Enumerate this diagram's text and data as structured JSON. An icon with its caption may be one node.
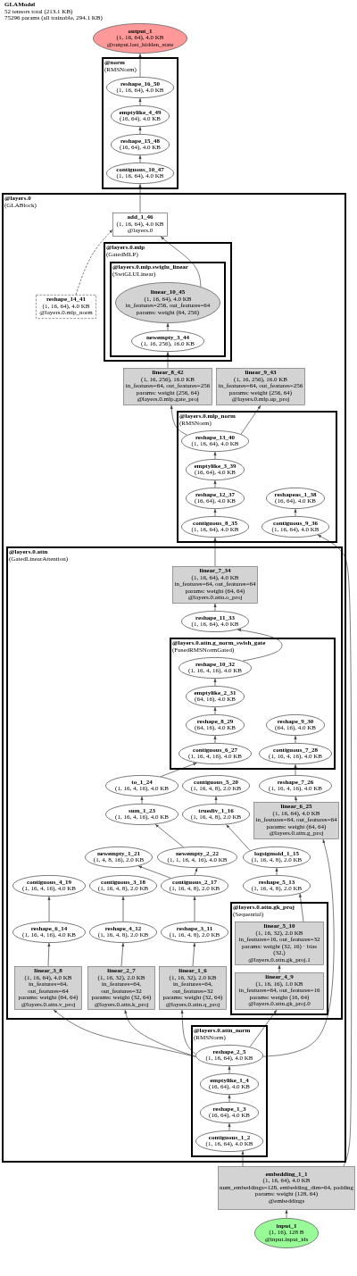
{
  "diagram": {
    "title": "GLAModel",
    "nodes": [
      {
        "text": [
          "output_1",
          "(1, 16, 64), 4.0 KB",
          "@output.last_hidden_state"
        ]
      },
      {
        "text": [
          "@norm",
          "(RMSNorm)"
        ]
      },
      {
        "text": [
          "reshape_16_50",
          "(1, 16, 64), 4.0 KB"
        ],
        "in": 1
      },
      {
        "text": [
          "emptylike_4_49",
          "(16, 64), 4.0 KB"
        ],
        "in": 1
      },
      {
        "text": [
          "reshape_15_48",
          "(16, 64), 4.0 KB"
        ],
        "in": 1
      },
      {
        "text": [
          "contiguous_10_47",
          "(1, 16, 64), 4.0 KB"
        ],
        "in": 1
      },
      {
        "text": [
          "@layers.0",
          "(GLABlock)"
        ]
      },
      {
        "text": [
          "add_1_46",
          "(1, 16, 64), 4.0 KB",
          "@layers.0"
        ],
        "in": 6
      },
      {
        "text": [
          "@layers.0.mlp",
          "(GatedMLP)"
        ],
        "in": 6
      },
      {
        "text": [
          "@layers.0.mlp.swiglu_linear",
          "(SwiGLULinear)"
        ],
        "in": 8
      },
      {
        "text": [
          "linear_10_45",
          "(1, 16, 64), 4.0 KB",
          "in_features=256, out_features=64",
          "params: weight (64, 256)"
        ],
        "in": 9
      },
      {
        "text": [
          "reshape_14_41",
          "(1, 16, 64), 4.0 KB",
          "@layers.0.mlp_norm"
        ],
        "in": 6
      },
      {
        "text": [
          "newempty_3_44",
          "(1, 16, 256), 16.0 KB"
        ],
        "in": 9
      },
      {
        "text": [
          "linear_8_42",
          "(1, 16, 256), 16.0 KB",
          "in_features=64, out_features=256",
          "params: weight (256, 64)",
          "@layers.0.mlp.gate_proj"
        ],
        "in": 6
      },
      {
        "text": [
          "linear_9_43",
          "(1, 16, 256), 16.0 KB",
          "in_features=64, out_features=256",
          "params: weight (256, 64)",
          "@layers.0.mlp.up_proj"
        ],
        "in": 6
      },
      {
        "text": [
          "@layers.0.mlp_norm",
          "(RMSNorm)"
        ],
        "in": 6
      },
      {
        "text": [
          "reshape_13_40",
          "(1, 16, 64), 4.0 KB"
        ],
        "in": 15
      },
      {
        "text": [
          "emptylike_3_39",
          "(16, 64), 4.0 KB"
        ],
        "in": 15
      },
      {
        "text": [
          "reshape_12_37",
          "(16, 64), 4.0 KB"
        ],
        "in": 15
      },
      {
        "text": [
          "reshapeas_1_38",
          "(16, 64), 4.0 KB"
        ],
        "in": 15
      },
      {
        "text": [
          "contiguous_8_35",
          "(1, 16, 64), 4.0 KB"
        ],
        "in": 15
      },
      {
        "text": [
          "contiguous_9_36",
          "(1, 16, 64), 4.0 KB"
        ],
        "in": 15
      },
      {
        "text": [
          "@layers.0.attn",
          "(GatedLinearAttention)"
        ],
        "in": 6
      },
      {
        "text": [
          "linear_7_34",
          "(1, 16, 64), 4.0 KB",
          "in_features=64, out_features=64",
          "params: weight (64, 64)",
          "@layers.0.attn.o_proj"
        ],
        "in": 22
      },
      {
        "text": [
          "reshape_11_33",
          "(1, 16, 64), 4.0 KB"
        ],
        "in": 22
      },
      {
        "text": [
          "@layers.0.attn.g_norm_swish_gate",
          "(FusedRMSNormGated)"
        ],
        "in": 22
      },
      {
        "text": [
          "reshape_10_32",
          "(1, 16, 4, 16), 4.0 KB"
        ],
        "in": 25
      },
      {
        "text": [
          "emptylike_2_31",
          "(64, 16), 4.0 KB"
        ],
        "in": 25
      },
      {
        "text": [
          "reshape_8_29",
          "(64, 16), 4.0 KB"
        ],
        "in": 25
      },
      {
        "text": [
          "reshape_9_30",
          "(64, 16), 4.0 KB"
        ],
        "in": 25
      },
      {
        "text": [
          "contiguous_6_27",
          "(1, 16, 4, 16), 4.0 KB"
        ],
        "in": 25
      },
      {
        "text": [
          "contiguous_7_28",
          "(1, 16, 4, 16), 4.0 KB"
        ],
        "in": 25
      },
      {
        "text": [
          "to_1_24",
          "(1, 16, 4, 16), 4.0 KB"
        ],
        "in": 22
      },
      {
        "text": [
          "contiguous_5_20",
          "(1, 16, 4, 8), 2.0 KB"
        ],
        "in": 22
      },
      {
        "text": [
          "reshape_7_26",
          "(1, 16, 4, 16), 4.0 KB"
        ],
        "in": 22
      },
      {
        "text": [
          "linear_6_25",
          "(1, 16, 64), 4.0 KB",
          "in_features=64, out_features=64",
          "params: weight (64, 64)",
          "@layers.0.attn.g_proj"
        ],
        "in": 22
      },
      {
        "text": [
          "sum_1_23",
          "(1, 16, 4, 16), 4.0 KB"
        ],
        "in": 22
      },
      {
        "text": [
          "truediv_1_16",
          "(1, 16, 4, 8), 2.0 KB"
        ],
        "in": 22
      },
      {
        "text": [
          "newempty_1_21",
          "(1, 4, 8, 16), 2.0 KB"
        ],
        "in": 22
      },
      {
        "text": [
          "newempty_2_22",
          "(1, 1, 16, 4, 16), 4.0 KB"
        ],
        "in": 22
      },
      {
        "text": [
          "logsigmoid_1_15",
          "(1, 16, 4, 8), 2.0 KB"
        ],
        "in": 22
      },
      {
        "text": [
          "contiguous_4_19",
          "(1, 16, 4, 16), 4.0 KB"
        ],
        "in": 22
      },
      {
        "text": [
          "contiguous_3_18",
          "(1, 16, 4, 8), 2.0 KB"
        ],
        "in": 22
      },
      {
        "text": [
          "contiguous_2_17",
          "(1, 16, 4, 8), 2.0 KB"
        ],
        "in": 22
      },
      {
        "text": [
          "reshape_5_13",
          "(1, 16, 4, 8), 2.0 KB"
        ],
        "in": 22
      },
      {
        "text": [
          "@layers.0.attn.gk_proj",
          "(Sequential)"
        ],
        "in": 22
      },
      {
        "text": [
          "linear_5_10",
          "(1, 16, 32), 2.0 KB",
          "in_features=16, out_features=32",
          "params: weight (32, 16) · bias (32,)",
          "@layers.0.attn.gk_proj.1"
        ],
        "in": 45
      },
      {
        "text": [
          "reshape_6_14",
          "(1, 16, 4, 16), 4.0 KB"
        ],
        "in": 22
      },
      {
        "text": [
          "reshape_4_12",
          "(1, 16, 4, 8), 2.0 KB"
        ],
        "in": 22
      },
      {
        "text": [
          "reshape_3_11",
          "(1, 16, 4, 8), 2.0 KB"
        ],
        "in": 22
      },
      {
        "text": [
          "linear_3_8",
          "(1, 16, 64), 4.0 KB",
          "in_features=64, out_features=64",
          "params: weight (64, 64)",
          "@layers.0.attn.v_proj"
        ],
        "in": 22
      },
      {
        "text": [
          "linear_2_7",
          "(1, 16, 32), 2.0 KB",
          "in_features=64, out_features=32",
          "params: weight (32, 64)",
          "@layers.0.attn.k_proj"
        ],
        "in": 22
      },
      {
        "text": [
          "linear_1_6",
          "(1, 16, 32), 2.0 KB",
          "in_features=64, out_features=32",
          "params: weight (32, 64)",
          "@layers.0.attn.q_proj"
        ],
        "in": 22
      },
      {
        "text": [
          "linear_4_9",
          "(1, 16, 16), 1.0 KB",
          "in_features=64, out_features=16",
          "params: weight (16, 64)",
          "@layers.0.attn.gk_proj.0"
        ],
        "in": 45
      },
      {
        "text": [
          "@layers.0.attn_norm",
          "(RMSNorm)"
        ],
        "in": 6
      },
      {
        "text": [
          "reshape_2_5",
          "(1, 16, 64), 4.0 KB"
        ],
        "in": 54
      },
      {
        "text": [
          "emptylike_1_4",
          "(16, 64), 4.0 KB"
        ],
        "in": 54
      },
      {
        "text": [
          "reshape_1_3",
          "(16, 64), 4.0 KB"
        ],
        "in": 54
      },
      {
        "text": [
          "contiguous_1_2",
          "(1, 16, 64), 4.0 KB"
        ],
        "in": 54
      },
      {
        "text": [
          "embedding_1_1",
          "(1, 16, 64), 4.0 KB",
          "num_embeddings=128, embedding_dim=64, padding",
          "params: weight (128, 64)",
          "@embeddings"
        ]
      },
      {
        "text": [
          "input_1",
          "(1, 16), 128 B",
          "@input.input_ids"
        ]
      }
    ],
    "edges": [
      {
        "from": 60,
        "to": 59,
        "arrow": "to"
      },
      {
        "from": 59,
        "to": 58,
        "arrow": "to"
      },
      {
        "from": 59,
        "to": 21,
        "arrow": "to"
      },
      {
        "from": 58,
        "to": 57,
        "arrow": "to"
      },
      {
        "from": 57,
        "to": 56,
        "arrow": "to"
      },
      {
        "from": 56,
        "to": 55,
        "arrow": "to"
      },
      {
        "from": 55,
        "to": 50,
        "arrow": "to"
      },
      {
        "from": 55,
        "to": 51,
        "arrow": "to"
      },
      {
        "from": 55,
        "to": 52,
        "arrow": "to"
      },
      {
        "from": 55,
        "to": 53,
        "arrow": "to"
      },
      {
        "from": 55,
        "to": 35,
        "arrow": "to"
      },
      {
        "from": 50,
        "to": 47,
        "arrow": "to"
      },
      {
        "from": 51,
        "to": 48,
        "arrow": "to"
      },
      {
        "from": 52,
        "to": 49,
        "arrow": "to"
      },
      {
        "from": 53,
        "to": 46,
        "arrow": "to"
      },
      {
        "from": 47,
        "to": 41,
        "arrow": "to"
      },
      {
        "from": 48,
        "to": 42,
        "arrow": "to"
      },
      {
        "from": 49,
        "to": 43,
        "arrow": "to"
      },
      {
        "from": 46,
        "to": 44,
        "arrow": "to"
      },
      {
        "from": 43,
        "to": 38,
        "arrow": "to"
      },
      {
        "from": 43,
        "to": 39,
        "arrow": "to"
      },
      {
        "from": 44,
        "to": 40,
        "arrow": "to"
      },
      {
        "from": 39,
        "to": 36,
        "arrow": "to"
      },
      {
        "from": 40,
        "to": 37,
        "arrow": "to"
      },
      {
        "from": 36,
        "to": 32,
        "arrow": "to"
      },
      {
        "from": 37,
        "to": 33,
        "arrow": "to"
      },
      {
        "from": 35,
        "to": 34,
        "arrow": "to"
      },
      {
        "from": 32,
        "to": 30,
        "arrow": "to"
      },
      {
        "from": 34,
        "to": 31,
        "arrow": "to"
      },
      {
        "from": 30,
        "to": 28,
        "arrow": "to"
      },
      {
        "from": 31,
        "to": 29,
        "arrow": "to"
      },
      {
        "from": 28,
        "to": 27,
        "arrow": "to"
      },
      {
        "from": 27,
        "to": 26,
        "arrow": "to"
      },
      {
        "from": 26,
        "to": 24,
        "arrow": "to"
      },
      {
        "from": 24,
        "to": 23,
        "arrow": "to"
      },
      {
        "from": 23,
        "to": 20,
        "arrow": "to"
      },
      {
        "from": 20,
        "to": 18,
        "arrow": "to"
      },
      {
        "from": 21,
        "to": 19,
        "arrow": "to"
      },
      {
        "from": 18,
        "to": 17,
        "arrow": "to"
      },
      {
        "from": 17,
        "to": 16,
        "arrow": "to"
      },
      {
        "from": 16,
        "to": 13,
        "arrow": "to"
      },
      {
        "from": 16,
        "to": 14,
        "arrow": "to"
      },
      {
        "from": 13,
        "to": 12,
        "arrow": "to"
      },
      {
        "from": 12,
        "to": 10,
        "arrow": "to"
      },
      {
        "from": 10,
        "to": 7,
        "arrow": "to"
      },
      {
        "from": 11,
        "to": 7,
        "arrow": "to",
        "style": "dashed"
      },
      {
        "from": 7,
        "to": 5,
        "arrow": "to"
      },
      {
        "from": 5,
        "to": 4,
        "arrow": "to"
      },
      {
        "from": 4,
        "to": 3,
        "arrow": "to"
      },
      {
        "from": 3,
        "to": 2,
        "arrow": "to"
      },
      {
        "from": 2,
        "to": 0,
        "arrow": "to"
      }
    ],
    "labels": [
      "52 tensors total (213.1 KB)",
      "75296 params (all trainable, 294.1 KB)"
    ]
  }
}
